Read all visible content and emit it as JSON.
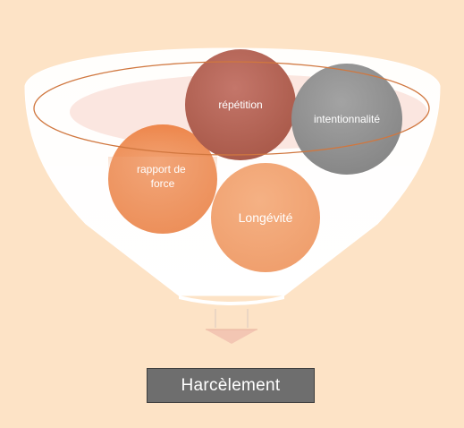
{
  "diagram": {
    "circles": [
      {
        "id": "repetition",
        "label": "répétition",
        "color": "#b9685a"
      },
      {
        "id": "intentionnalite",
        "label": "intentionnalité",
        "color": "#959595"
      },
      {
        "id": "rapport-de-force",
        "label_lines": [
          "rapport de",
          "force"
        ],
        "color": "#ee9262"
      },
      {
        "id": "longevite",
        "label": "Longévité",
        "color": "#f2a473"
      }
    ],
    "result": {
      "label": "Harcèlement"
    },
    "colors": {
      "background": "#fde3c6",
      "funnel": "#ffffff",
      "rim_ellipse": "#d0773f",
      "arrow": "#f3c6b3",
      "result_box": "#6e6e6e"
    }
  }
}
